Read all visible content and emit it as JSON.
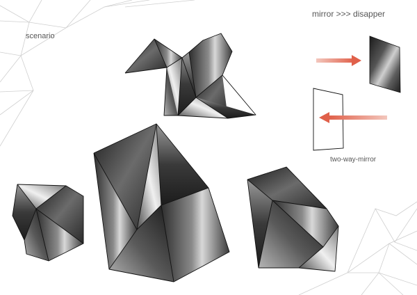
{
  "labels": {
    "scenario": "scenario",
    "mirror_title": "mirror >>> disapper",
    "two_way": "two-way-mirror"
  },
  "colors": {
    "arrow": "#e0604a",
    "wireframe": "#cfcfcf",
    "edge": "#111111",
    "text": "#555555"
  },
  "icons": {
    "arrow_right": "arrow-right-icon",
    "arrow_left": "arrow-left-icon"
  }
}
